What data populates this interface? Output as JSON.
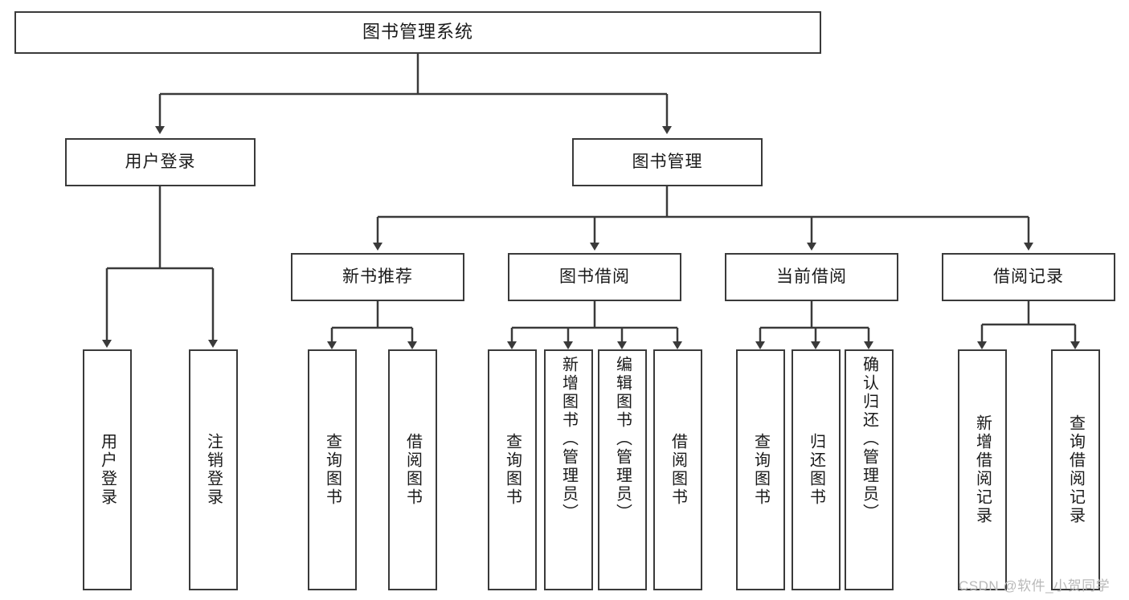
{
  "diagram": {
    "title": "图书管理系统",
    "type": "tree-hierarchy-chart",
    "root": {
      "label": "图书管理系统"
    },
    "level1": [
      {
        "label": "用户登录"
      },
      {
        "label": "图书管理"
      }
    ],
    "level2": [
      {
        "label": "新书推荐"
      },
      {
        "label": "图书借阅"
      },
      {
        "label": "当前借阅"
      },
      {
        "label": "借阅记录"
      }
    ],
    "leaves": {
      "user_login": [
        {
          "label": "用户登录"
        },
        {
          "label": "注销登录"
        }
      ],
      "new_book_recommend": [
        {
          "label": "查询图书"
        },
        {
          "label": "借阅图书"
        }
      ],
      "book_borrow": [
        {
          "label": "查询图书"
        },
        {
          "label": "新增图书（管理员）"
        },
        {
          "label": "编辑图书（管理员）"
        },
        {
          "label": "借阅图书"
        }
      ],
      "current_borrow": [
        {
          "label": "查询图书"
        },
        {
          "label": "归还图书"
        },
        {
          "label": "确认归还（管理员）"
        }
      ],
      "borrow_record": [
        {
          "label": "新增借阅记录"
        },
        {
          "label": "查询借阅记录"
        }
      ]
    }
  },
  "watermark": {
    "text": "CSDN @软件_小贺同学"
  },
  "colors": {
    "stroke": "#3a3a3a",
    "background": "#ffffff",
    "text": "#1a1a1a",
    "watermark": "#b9b9b9"
  }
}
